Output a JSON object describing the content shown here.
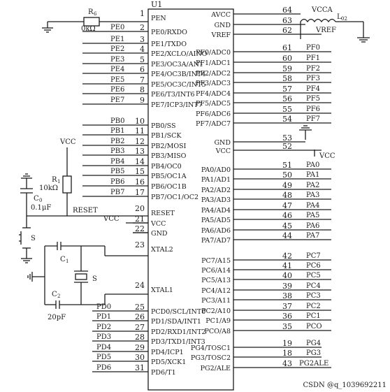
{
  "chip": {
    "designator": "U1",
    "left_pins": [
      {
        "num": "1",
        "name": "PEN",
        "signal": ""
      },
      {
        "num": "2",
        "name": "PE0/RXDO",
        "signal": "PE0"
      },
      {
        "num": "3",
        "name": "PE1/TXDO",
        "signal": "PE1"
      },
      {
        "num": "4",
        "name": "PE2/XCLO/AINO",
        "signal": "PE2"
      },
      {
        "num": "5",
        "name": "PE3/OC3A/AN1",
        "signal": "PE3"
      },
      {
        "num": "6",
        "name": "PE4/OC3B/INT4",
        "signal": "PE4"
      },
      {
        "num": "7",
        "name": "PE5/OC3C/INT5",
        "signal": "PE5"
      },
      {
        "num": "8",
        "name": "PE6/T3/INT6",
        "signal": "PE6"
      },
      {
        "num": "9",
        "name": "PE7/ICP3/INT7",
        "signal": "PE7"
      },
      {
        "num": "10",
        "name": "PB0/SS",
        "signal": "PB0"
      },
      {
        "num": "11",
        "name": "PB1/SCK",
        "signal": "PB1"
      },
      {
        "num": "12",
        "name": "PB2/MOSI",
        "signal": "PB2"
      },
      {
        "num": "13",
        "name": "PB3/MISO",
        "signal": "PB3"
      },
      {
        "num": "14",
        "name": "PB4/OC0",
        "signal": "PB4"
      },
      {
        "num": "15",
        "name": "PB5/OC1A",
        "signal": "PB5"
      },
      {
        "num": "16",
        "name": "PB6/OC1B",
        "signal": "PB6"
      },
      {
        "num": "17",
        "name": "PB7/OC1/OC2",
        "signal": "PB7"
      },
      {
        "num": "20",
        "name": "RESET",
        "signal": "RESET"
      },
      {
        "num": "21",
        "name": "VCC",
        "signal": "VCC"
      },
      {
        "num": "22",
        "name": "GND",
        "signal": ""
      },
      {
        "num": "23",
        "name": "XTAL2",
        "signal": ""
      },
      {
        "num": "24",
        "name": "XTAL1",
        "signal": ""
      },
      {
        "num": "25",
        "name": "PCD0/SCL/INT0",
        "signal": "PD0"
      },
      {
        "num": "26",
        "name": "PD1/SDA/INT1",
        "signal": "PD1"
      },
      {
        "num": "27",
        "name": "PD2/RXD1/INT2",
        "signal": "PD2"
      },
      {
        "num": "28",
        "name": "PD3/TXD1/INT3",
        "signal": "PD3"
      },
      {
        "num": "29",
        "name": "PD4/ICP1",
        "signal": "PD4"
      },
      {
        "num": "30",
        "name": "PD5/XCK1",
        "signal": "PD5"
      },
      {
        "num": "31",
        "name": "PD6/T1",
        "signal": "PD6"
      }
    ],
    "right_pins": [
      {
        "num": "64",
        "name": "AVCC",
        "signal": "VCCA"
      },
      {
        "num": "63",
        "name": "GND",
        "signal": ""
      },
      {
        "num": "62",
        "name": "VREF",
        "signal": "VREF"
      },
      {
        "num": "61",
        "name": "PF0/ADC0",
        "signal": "PF0"
      },
      {
        "num": "60",
        "name": "PF1/ADC1",
        "signal": "PF1"
      },
      {
        "num": "59",
        "name": "PF2/ADC2",
        "signal": "PF2"
      },
      {
        "num": "58",
        "name": "PF3/ADC3",
        "signal": "PF3"
      },
      {
        "num": "57",
        "name": "PF4/ADC4",
        "signal": "PF4"
      },
      {
        "num": "56",
        "name": "PF5/ADC5",
        "signal": "PF5"
      },
      {
        "num": "55",
        "name": "PF6/ADC6",
        "signal": "PF6"
      },
      {
        "num": "54",
        "name": "PF7/ADC7",
        "signal": "PF7"
      },
      {
        "num": "53",
        "name": "GND",
        "signal": ""
      },
      {
        "num": "52",
        "name": "VCC",
        "signal": "VCC"
      },
      {
        "num": "51",
        "name": "PA0/AD0",
        "signal": "PA0"
      },
      {
        "num": "50",
        "name": "PA1/AD1",
        "signal": "PA1"
      },
      {
        "num": "49",
        "name": "PA2/AD2",
        "signal": "PA2"
      },
      {
        "num": "48",
        "name": "PA3/AD3",
        "signal": "PA3"
      },
      {
        "num": "47",
        "name": "PA4/AD4",
        "signal": "PA4"
      },
      {
        "num": "46",
        "name": "PA5/AD5",
        "signal": "PA5"
      },
      {
        "num": "45",
        "name": "PA6/AD6",
        "signal": "PA6"
      },
      {
        "num": "44",
        "name": "PA7/AD7",
        "signal": "PA7"
      },
      {
        "num": "42",
        "name": "PC7/A15",
        "signal": "PC7"
      },
      {
        "num": "41",
        "name": "PC6/A14",
        "signal": "PC6"
      },
      {
        "num": "40",
        "name": "PC5/A13",
        "signal": "PC5"
      },
      {
        "num": "39",
        "name": "PC4/A12",
        "signal": "PC4"
      },
      {
        "num": "38",
        "name": "PC3/A11",
        "signal": "PC3"
      },
      {
        "num": "37",
        "name": "PC2/A10",
        "signal": "PC2"
      },
      {
        "num": "36",
        "name": "PC1/A9",
        "signal": "PC1"
      },
      {
        "num": "35",
        "name": "PCO/A8",
        "signal": "PCO"
      },
      {
        "num": "19",
        "name": "PG4/TOSC1",
        "signal": "PG4"
      },
      {
        "num": "18",
        "name": "PG3/TOSC2",
        "signal": "PG3"
      },
      {
        "num": "43",
        "name": "PG2/ALE",
        "signal": "PG2ALE"
      }
    ]
  },
  "components": {
    "r_pen": {
      "label": "R",
      "sub": "6",
      "value": "0kΩ"
    },
    "r_reset": {
      "label": "R",
      "sub": "1",
      "value": "10kΩ"
    },
    "c_reset": {
      "label": "C",
      "sub": "0",
      "value": "0.1μF"
    },
    "c1": {
      "label": "C",
      "sub": "1"
    },
    "c2": {
      "label": "C",
      "sub": "2",
      "value": "20pF"
    },
    "switch": {
      "label": "S"
    },
    "crystal": {
      "label": "S"
    },
    "inductor": {
      "label": "L",
      "sub": "02"
    },
    "vcc_top": "VCC",
    "reset_net": "RESET"
  },
  "watermark": "CSDN @q_1039692211"
}
